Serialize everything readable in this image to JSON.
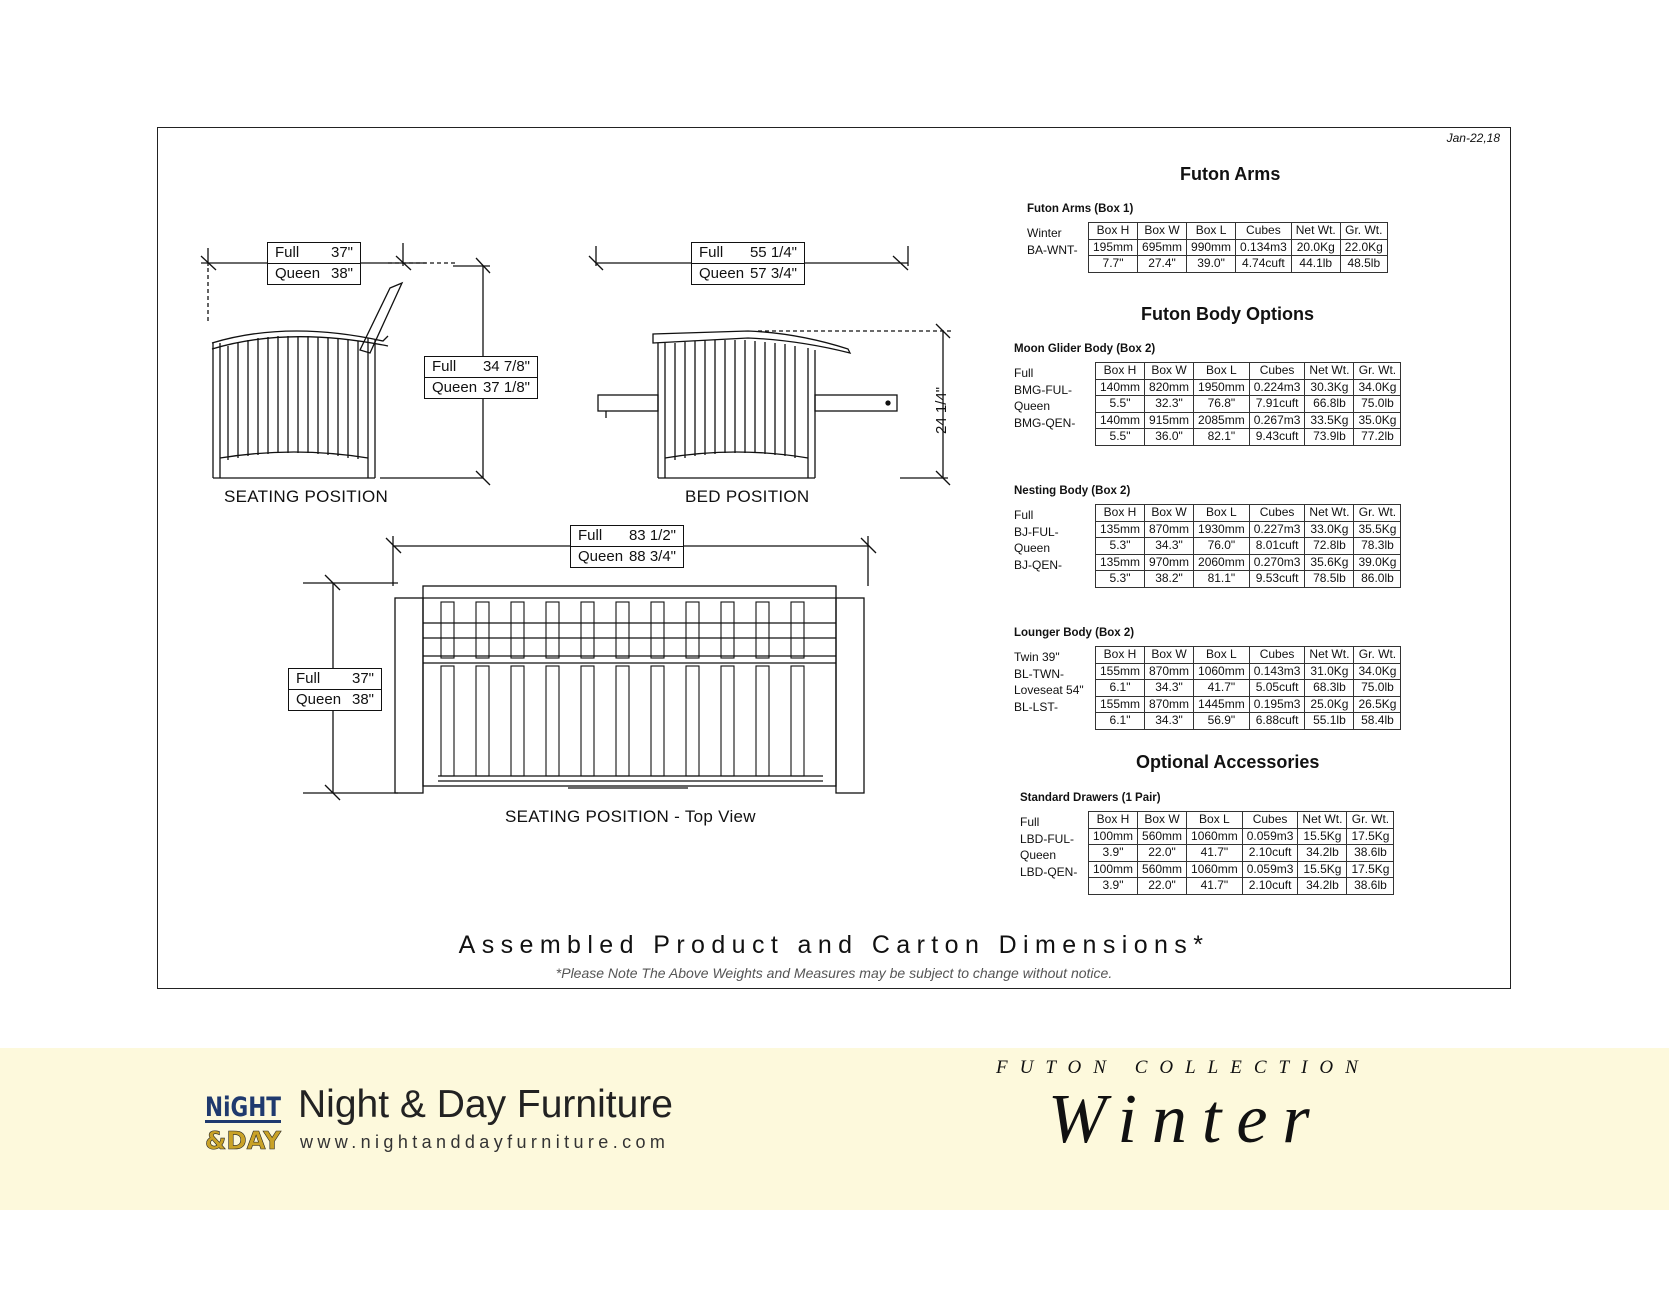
{
  "date": "Jan-22,18",
  "drawings": {
    "seating": {
      "caption": "SEATING POSITION",
      "width": [
        "Full",
        "37\"",
        "Queen",
        "38\""
      ],
      "height": [
        "Full",
        "34 7/8\"",
        "Queen",
        "37 1/8\""
      ]
    },
    "bed": {
      "caption": "BED POSITION",
      "width": [
        "Full",
        "55 1/4\"",
        "Queen",
        "57 3/4\""
      ],
      "height": "24 1/4\""
    },
    "top": {
      "caption": "SEATING POSITION - Top View",
      "width": [
        "Full",
        "83 1/2\"",
        "Queen",
        "88 3/4\""
      ],
      "depth": [
        "Full",
        "37\"",
        "Queen",
        "38\""
      ]
    }
  },
  "headers": [
    "Box H",
    "Box W",
    "Box L",
    "Cubes",
    "Net Wt.",
    "Gr. Wt."
  ],
  "sections": {
    "arms": "Futon Arms",
    "body": "Futon Body Options",
    "accessories": "Optional Accessories"
  },
  "tables": {
    "arms": {
      "title": "Futon Arms (Box 1)",
      "labels": [
        "Winter",
        "BA-WNT-"
      ],
      "rows": [
        [
          "195mm",
          "695mm",
          "990mm",
          "0.134m3",
          "20.0Kg",
          "22.0Kg"
        ],
        [
          "7.7\"",
          "27.4\"",
          "39.0\"",
          "4.74cuft",
          "44.1lb",
          "48.5lb"
        ]
      ]
    },
    "moon": {
      "title": "Moon Glider Body (Box 2)",
      "labels": [
        "Full",
        "BMG-FUL-",
        "Queen",
        "BMG-QEN-"
      ],
      "rows": [
        [
          "140mm",
          "820mm",
          "1950mm",
          "0.224m3",
          "30.3Kg",
          "34.0Kg"
        ],
        [
          "5.5\"",
          "32.3\"",
          "76.8\"",
          "7.91cuft",
          "66.8lb",
          "75.0lb"
        ],
        [
          "140mm",
          "915mm",
          "2085mm",
          "0.267m3",
          "33.5Kg",
          "35.0Kg"
        ],
        [
          "5.5\"",
          "36.0\"",
          "82.1\"",
          "9.43cuft",
          "73.9lb",
          "77.2lb"
        ]
      ]
    },
    "nesting": {
      "title": "Nesting Body (Box 2)",
      "labels": [
        "Full",
        "BJ-FUL-",
        "Queen",
        "BJ-QEN-"
      ],
      "rows": [
        [
          "135mm",
          "870mm",
          "1930mm",
          "0.227m3",
          "33.0Kg",
          "35.5Kg"
        ],
        [
          "5.3\"",
          "34.3\"",
          "76.0\"",
          "8.01cuft",
          "72.8lb",
          "78.3lb"
        ],
        [
          "135mm",
          "970mm",
          "2060mm",
          "0.270m3",
          "35.6Kg",
          "39.0Kg"
        ],
        [
          "5.3\"",
          "38.2\"",
          "81.1\"",
          "9.53cuft",
          "78.5lb",
          "86.0lb"
        ]
      ]
    },
    "lounger": {
      "title": "Lounger Body (Box 2)",
      "labels": [
        "Twin 39\"",
        "BL-TWN-",
        "Loveseat 54\"",
        "BL-LST-"
      ],
      "rows": [
        [
          "155mm",
          "870mm",
          "1060mm",
          "0.143m3",
          "31.0Kg",
          "34.0Kg"
        ],
        [
          "6.1\"",
          "34.3\"",
          "41.7\"",
          "5.05cuft",
          "68.3lb",
          "75.0lb"
        ],
        [
          "155mm",
          "870mm",
          "1445mm",
          "0.195m3",
          "25.0Kg",
          "26.5Kg"
        ],
        [
          "6.1\"",
          "34.3\"",
          "56.9\"",
          "6.88cuft",
          "55.1lb",
          "58.4lb"
        ]
      ]
    },
    "drawers": {
      "title": "Standard Drawers (1 Pair)",
      "labels": [
        "Full",
        "LBD-FUL-",
        "Queen",
        "LBD-QEN-"
      ],
      "rows": [
        [
          "100mm",
          "560mm",
          "1060mm",
          "0.059m3",
          "15.5Kg",
          "17.5Kg"
        ],
        [
          "3.9\"",
          "22.0\"",
          "41.7\"",
          "2.10cuft",
          "34.2lb",
          "38.6lb"
        ],
        [
          "100mm",
          "560mm",
          "1060mm",
          "0.059m3",
          "15.5Kg",
          "17.5Kg"
        ],
        [
          "3.9\"",
          "22.0\"",
          "41.7\"",
          "2.10cuft",
          "34.2lb",
          "38.6lb"
        ]
      ]
    }
  },
  "main_title": "Assembled Product and Carton Dimensions*",
  "note": "*Please Note The Above Weights and Measures may be subject to change without notice.",
  "footer": {
    "logo_text": [
      "NiGHT",
      "&DAY"
    ],
    "brand": "Night & Day Furniture",
    "url": "www.nightanddayfurniture.com",
    "collection": "FUTON COLLECTION",
    "model": "Winter",
    "colors": {
      "band": "#fdf9dc",
      "logo_blue": "#1f3a6e",
      "logo_gold": "#c9a227"
    }
  }
}
